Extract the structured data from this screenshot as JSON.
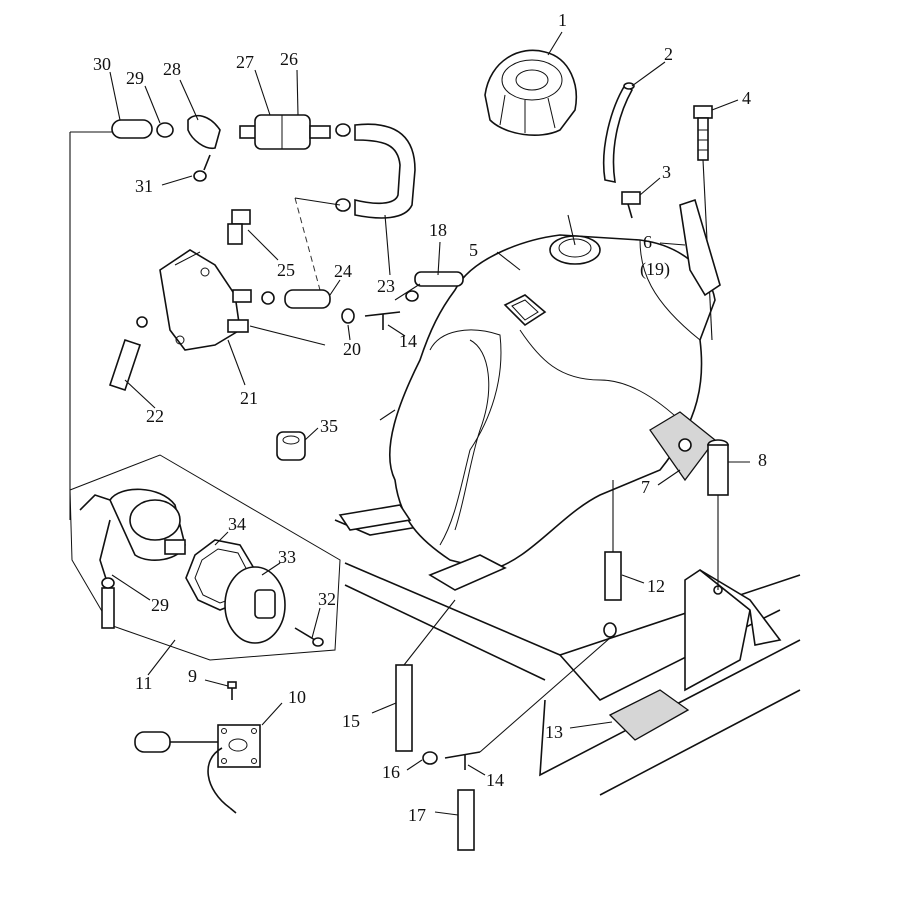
{
  "callouts": {
    "c1": "1",
    "c2": "2",
    "c3": "3",
    "c4": "4",
    "c5": "5",
    "c6": "6",
    "c6b": "(19)",
    "c7": "7",
    "c8": "8",
    "c9": "9",
    "c10": "10",
    "c11": "11",
    "c12": "12",
    "c13": "13",
    "c14a": "14",
    "c14b": "14",
    "c15": "15",
    "c16": "16",
    "c17": "17",
    "c18": "18",
    "c20": "20",
    "c21": "21",
    "c22": "22",
    "c23": "23",
    "c24": "24",
    "c25": "25",
    "c26": "26",
    "c27": "27",
    "c28": "28",
    "c29a": "29",
    "c29b": "29",
    "c30": "30",
    "c31": "31",
    "c32": "32",
    "c33": "33",
    "c34": "34",
    "c35": "35"
  }
}
